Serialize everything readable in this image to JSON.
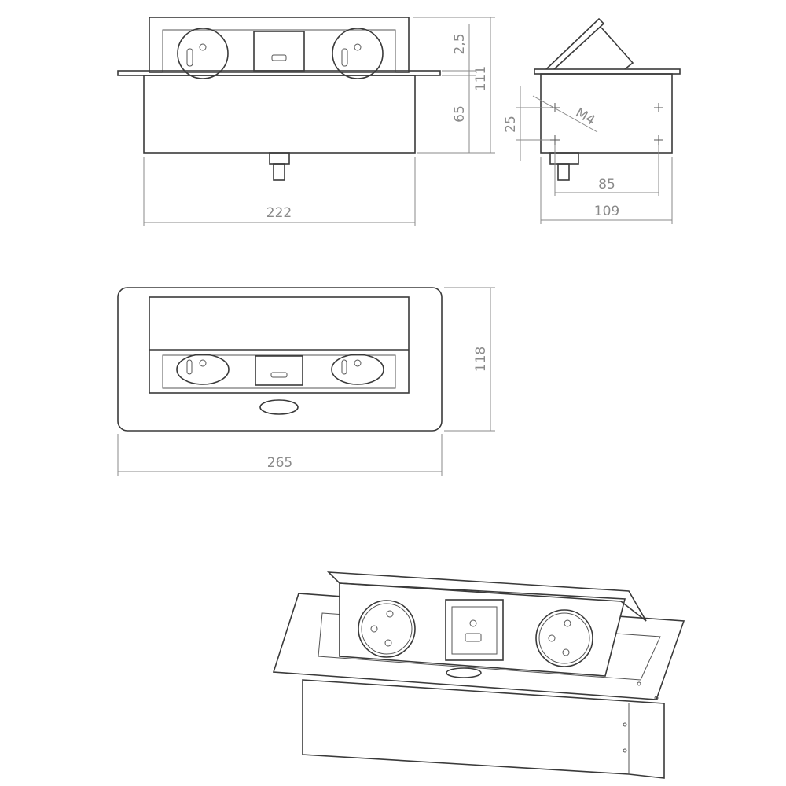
{
  "dimensions": {
    "front_width": "222",
    "front_height_total": "111",
    "front_body_height": "65",
    "front_flange": "2,5",
    "side_hole_vertical": "25",
    "side_thread": "M4",
    "side_hole_horizontal": "85",
    "side_width": "109",
    "top_height": "118",
    "top_width": "265"
  },
  "colors": {
    "line": "#3a3a3a",
    "dimension": "#8a8a8a"
  }
}
